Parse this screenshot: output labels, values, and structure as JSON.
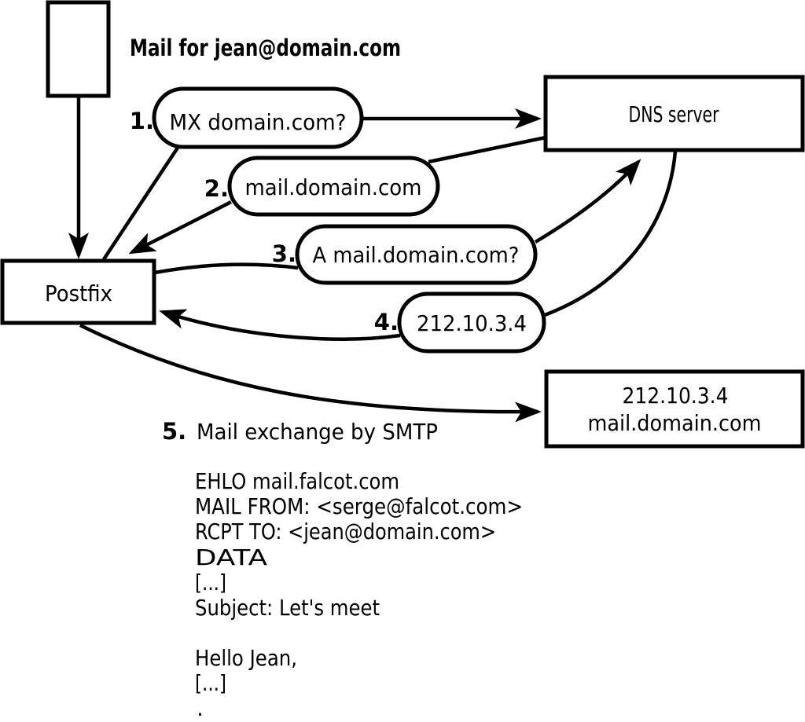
{
  "colors": {
    "ink": "#000000",
    "background": "#ffffff"
  },
  "title_note": "Mail for jean@domain.com",
  "nodes": {
    "postfix": "Postfix",
    "dns": "DNS server",
    "mail_server": {
      "line1": "212.10.3.4",
      "line2": "mail.domain.com"
    }
  },
  "steps": [
    {
      "num": "1.",
      "label": "MX domain.com?"
    },
    {
      "num": "2.",
      "label": "mail.domain.com"
    },
    {
      "num": "3.",
      "label": "A mail.domain.com?"
    },
    {
      "num": "4.",
      "label": "212.10.3.4"
    },
    {
      "num": "5.",
      "label": "Mail exchange by SMTP"
    }
  ],
  "smtp_session": [
    "EHLO mail.falcot.com",
    "MAIL FROM: <serge@falcot.com>",
    "RCPT TO: <jean@domain.com>",
    "DATA",
    "[...]",
    "Subject: Let's meet",
    "Hello Jean,",
    "[...]",
    "."
  ]
}
